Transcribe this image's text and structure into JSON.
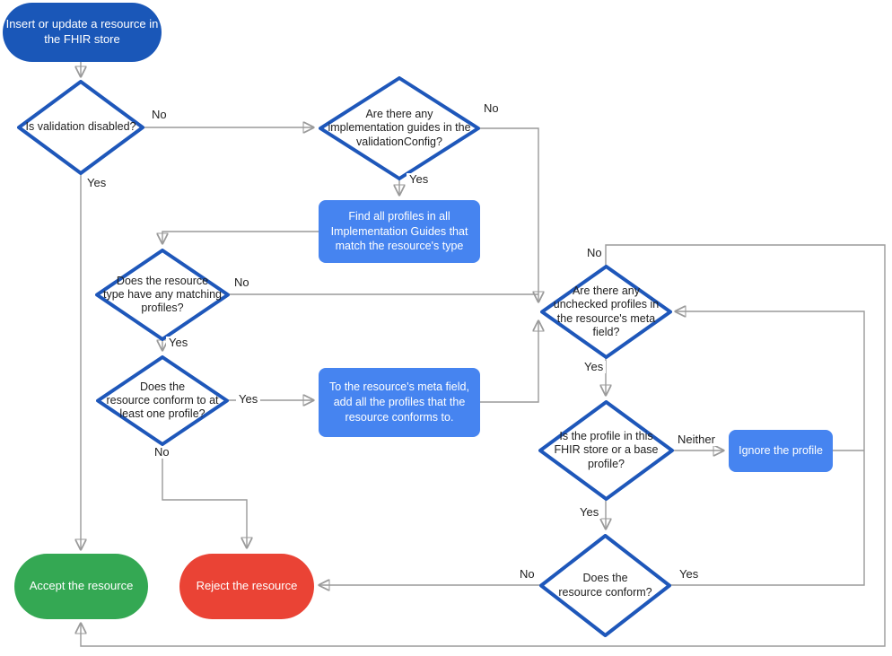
{
  "diagram": {
    "description_nodes": {
      "start": {
        "label": "Insert or update a resource in\nthe FHIR store"
      },
      "validation_disabled": {
        "label": "Is validation disabled?"
      },
      "implementation_guides": {
        "label": "Are there any\nimplementation guides in the\nvalidationConfig?"
      },
      "find_profiles": {
        "label": "Find all profiles in all\nImplementation Guides that\nmatch the resource's type"
      },
      "matching_profiles": {
        "label": "Does the resource\ntype have any matching\nprofiles?"
      },
      "conform_one_profile": {
        "label": "Does the\nresource conform to at\nleast one profile?"
      },
      "add_profiles_meta": {
        "label": "To the resource's meta field,\nadd all the profiles that the\nresource conforms to."
      },
      "unchecked_profiles": {
        "label": "Are there any\nunchecked profiles in\nthe resource's meta\nfield?"
      },
      "profile_in_store": {
        "label": "Is the profile in this\nFHIR store or a base\nprofile?"
      },
      "ignore_profile": {
        "label": "Ignore the profile"
      },
      "resource_conform": {
        "label": "Does the\nresource conform?"
      },
      "accept": {
        "label": "Accept the resource"
      },
      "reject": {
        "label": "Reject the resource"
      }
    },
    "edge_labels": {
      "validation_disabled": {
        "no": "No",
        "yes": "Yes"
      },
      "implementation_guides": {
        "no": "No",
        "yes": "Yes"
      },
      "matching_profiles": {
        "no": "No",
        "yes": "Yes"
      },
      "conform_one_profile": {
        "yes": "Yes",
        "no": "No"
      },
      "unchecked_profiles": {
        "no": "No",
        "yes": "Yes"
      },
      "profile_in_store": {
        "neither": "Neither",
        "yes": "Yes"
      },
      "resource_conform": {
        "no": "No",
        "yes": "Yes"
      }
    },
    "colors": {
      "terminal_blue": "#1a57b8",
      "decision_border_blue": "#1e57ba",
      "process_blue": "#4684f0",
      "accept_green": "#34a853",
      "reject_red": "#ea4335",
      "connector_gray": "#9a9a9a"
    }
  }
}
